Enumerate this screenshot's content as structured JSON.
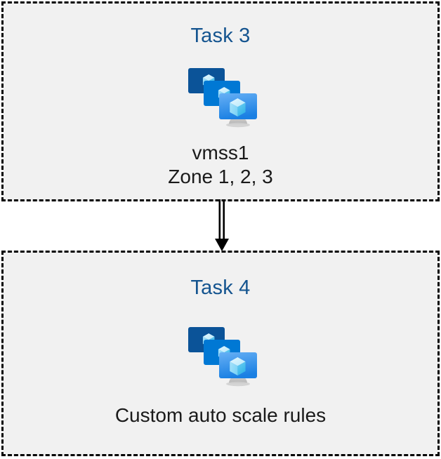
{
  "diagram": {
    "type": "flow",
    "background_color": "#ffffff",
    "box_fill_color": "#f1f1f1",
    "box_border_color": "#000000",
    "box_border_style": "dashed",
    "title_color": "#14548f",
    "caption_color": "#1a1a1a",
    "connector_color": "#000000",
    "nodes": [
      {
        "id": "task3",
        "title": "Task 3",
        "icon": "vmss-icon",
        "caption_lines": [
          "vmss1",
          "Zone 1, 2, 3"
        ]
      },
      {
        "id": "task4",
        "title": "Task 4",
        "icon": "vmss-icon",
        "caption_lines": [
          "Custom auto scale rules"
        ]
      }
    ],
    "connector": {
      "name": "double-line-arrow",
      "from": "task3",
      "to": "task4",
      "direction": "down"
    }
  },
  "icon_palette": {
    "monitor_back": "#0b5398",
    "monitor_mid": "#0078d4",
    "monitor_front_top": "#5aa6f0",
    "monitor_front_bottom": "#1d84e4",
    "cube_light": "#c3ecfb",
    "cube_mid": "#9fe0f7",
    "cube_dark": "#4fc6f0",
    "stand": "#bfbfbf"
  }
}
